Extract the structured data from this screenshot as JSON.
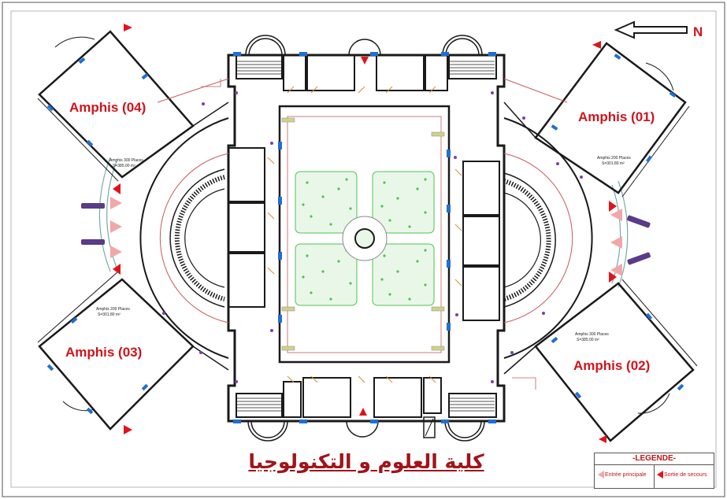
{
  "north_label": "N",
  "amphis": [
    {
      "id": "amphis-01",
      "label": "Amphis (01)"
    },
    {
      "id": "amphis-02",
      "label": "Amphis (02)"
    },
    {
      "id": "amphis-03",
      "label": "Amphis (03)"
    },
    {
      "id": "amphis-04",
      "label": "Amphis (04)"
    }
  ],
  "small_labels": {
    "amphi_places_1": "Amphis 200 Places",
    "amphi_area_1": "S=301.80 m²",
    "amphi_places_2": "Amphis 300 Places",
    "amphi_area_2": "S=385.00 m²",
    "amphi_places_3": "Amphis 200 Places",
    "amphi_area_3": "S=301.80 m²",
    "amphi_places_4": "Amphis 300 Places",
    "amphi_area_4": "S=385.00 m²"
  },
  "title_arabic": "كلية العلوم و التكنولوجيا",
  "legend": {
    "title": "-LEGENDE-",
    "main_entrance": "Entrée principale",
    "emergency_exit": "Sortie de secours"
  },
  "colors": {
    "label_red": "#d0141a",
    "wall_dark": "#1a1a1a",
    "window_blue": "#1f6fd6",
    "garden_green": "#4cc44c",
    "marker_purple": "#7a3fb0"
  }
}
